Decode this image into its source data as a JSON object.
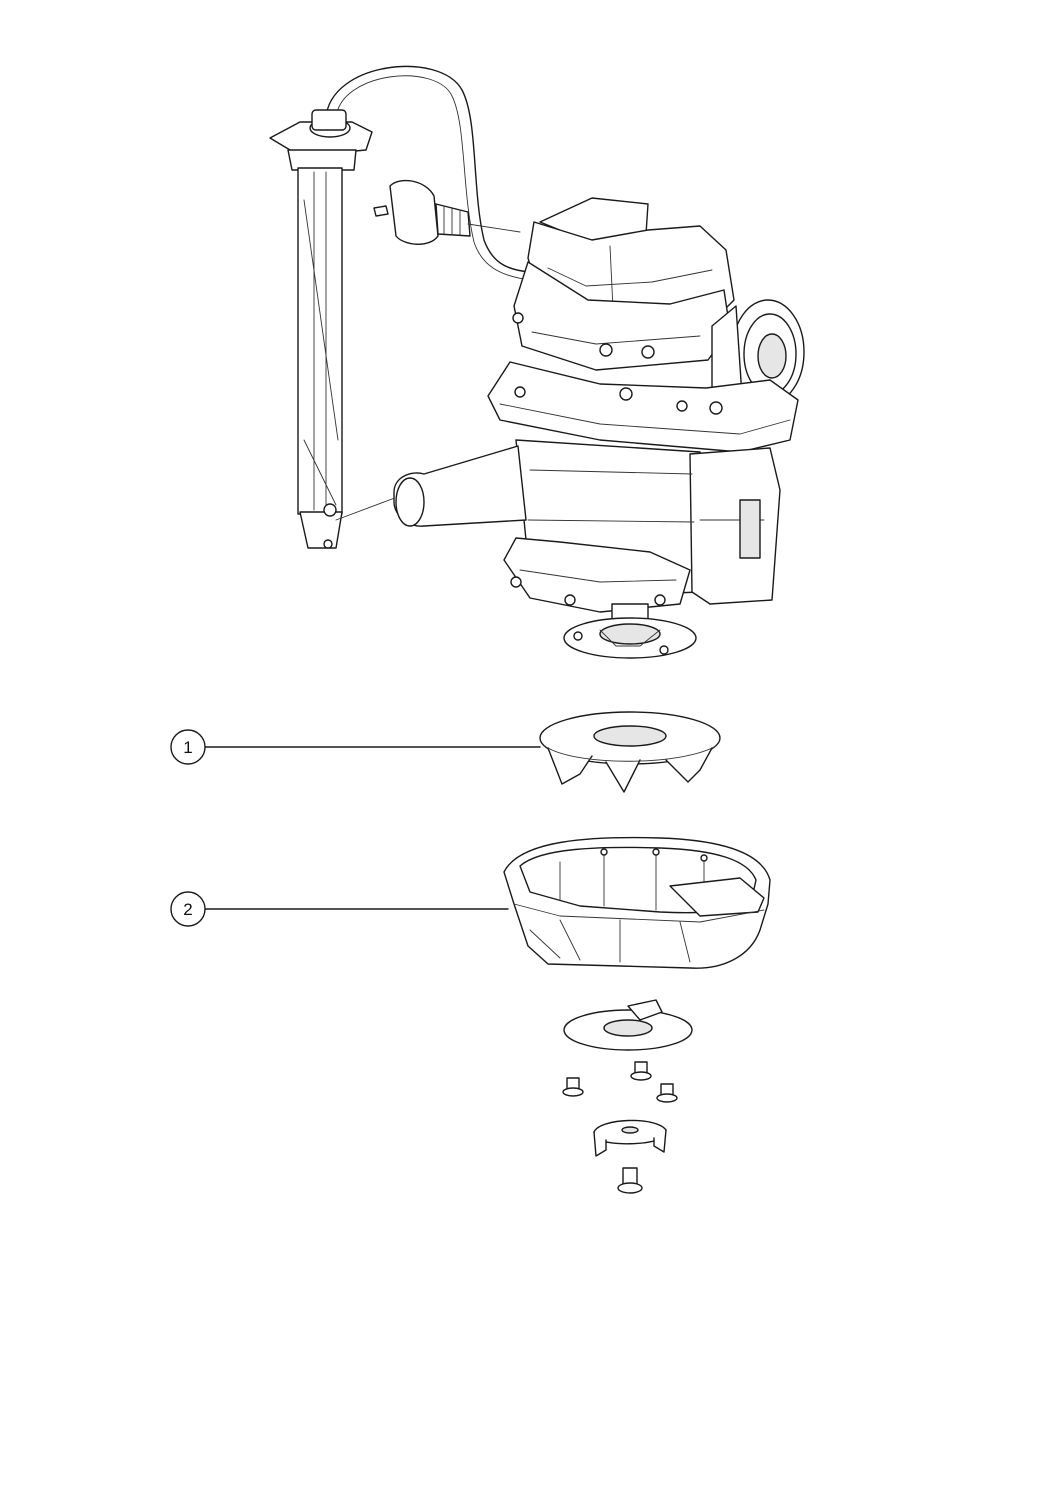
{
  "diagram": {
    "callouts": [
      {
        "id": "1",
        "label": "1"
      },
      {
        "id": "2",
        "label": "2"
      }
    ],
    "colors": {
      "line": "#1a1a1a",
      "shade": "#e6e6e6",
      "background": "#ffffff"
    }
  }
}
